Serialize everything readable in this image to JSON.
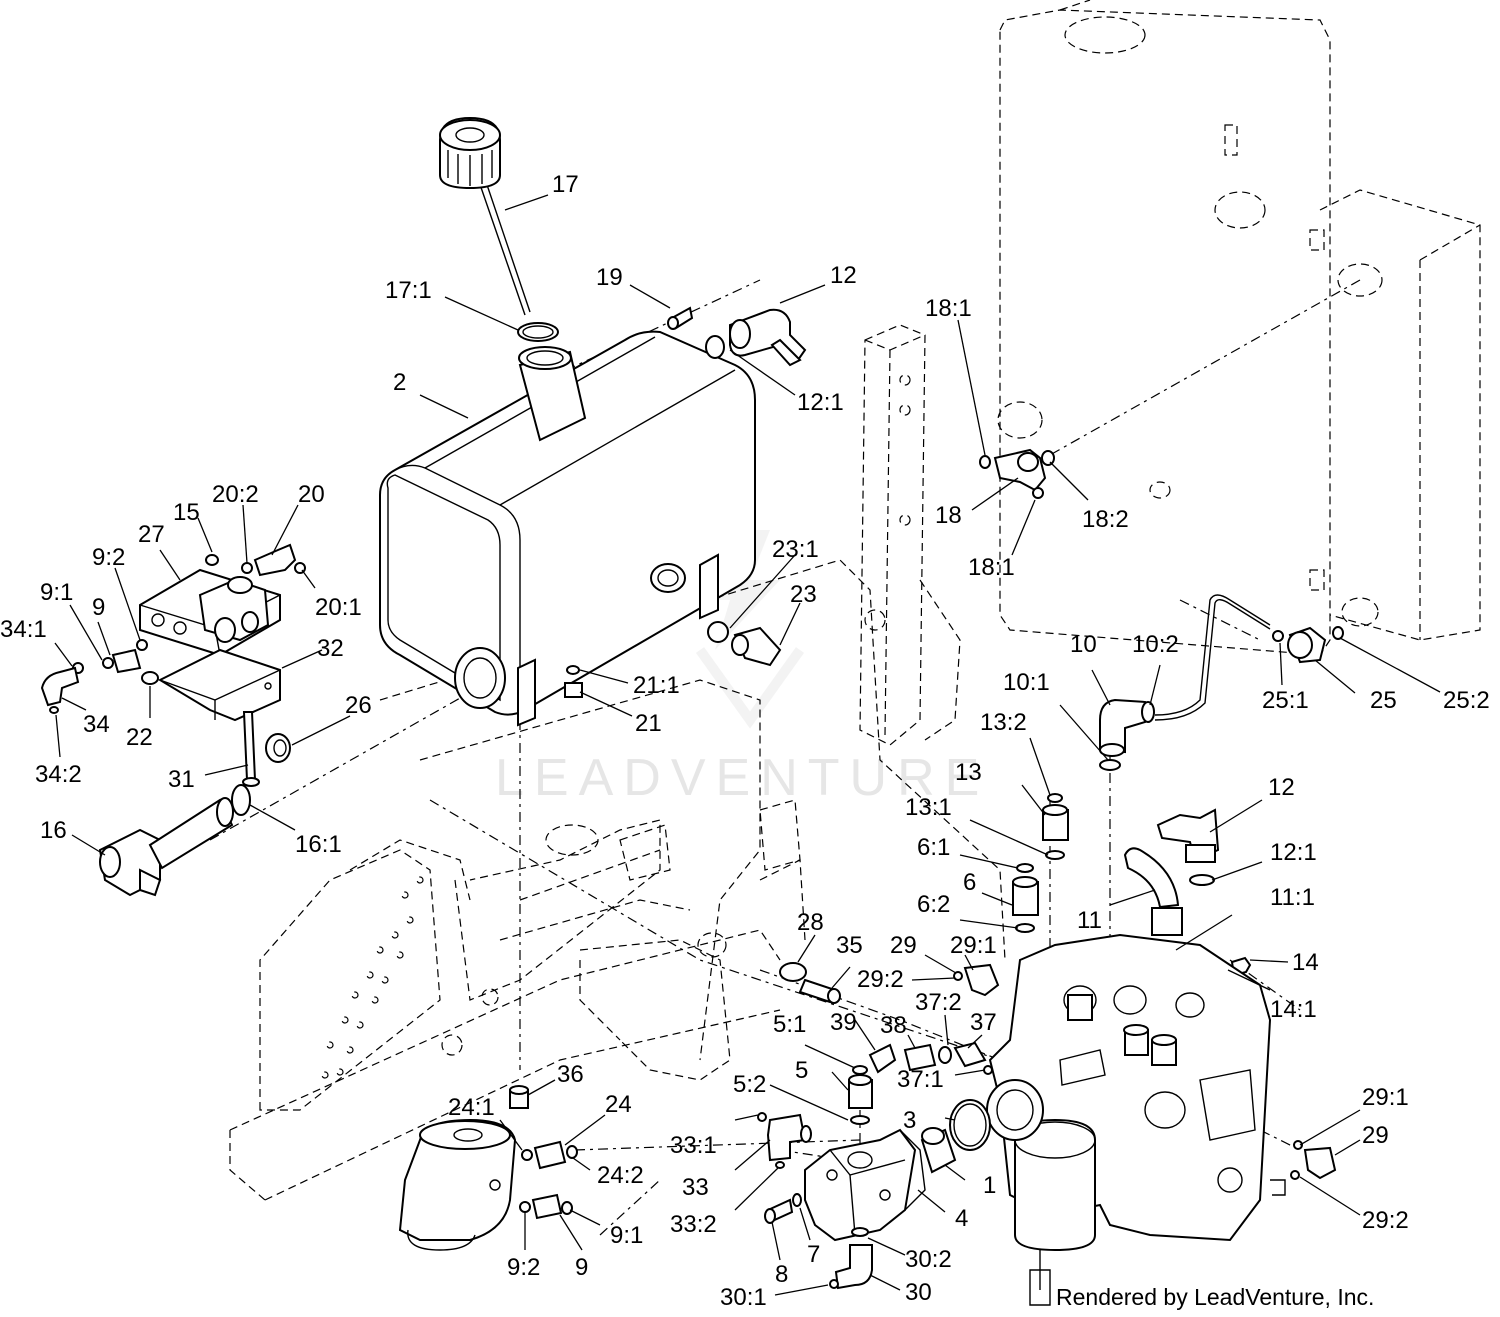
{
  "watermark": "LEADVENTURE",
  "credit": "Rendered by LeadVenture, Inc.",
  "callouts": [
    {
      "id": "17",
      "label": "17"
    },
    {
      "id": "17-1",
      "label": "17:1"
    },
    {
      "id": "19",
      "label": "19"
    },
    {
      "id": "12-top",
      "label": "12"
    },
    {
      "id": "12-1-top",
      "label": "12:1"
    },
    {
      "id": "2",
      "label": "2"
    },
    {
      "id": "18-1-top",
      "label": "18:1"
    },
    {
      "id": "18",
      "label": "18"
    },
    {
      "id": "18-2",
      "label": "18:2"
    },
    {
      "id": "18-1-bottom",
      "label": "18:1"
    },
    {
      "id": "15",
      "label": "15"
    },
    {
      "id": "20-2",
      "label": "20:2"
    },
    {
      "id": "20",
      "label": "20"
    },
    {
      "id": "27",
      "label": "27"
    },
    {
      "id": "9-2-left",
      "label": "9:2"
    },
    {
      "id": "20-1",
      "label": "20:1"
    },
    {
      "id": "9-1-left",
      "label": "9:1"
    },
    {
      "id": "9-left",
      "label": "9"
    },
    {
      "id": "34-1",
      "label": "34:1"
    },
    {
      "id": "32",
      "label": "32"
    },
    {
      "id": "34",
      "label": "34"
    },
    {
      "id": "22",
      "label": "22"
    },
    {
      "id": "34-2",
      "label": "34:2"
    },
    {
      "id": "23-1",
      "label": "23:1"
    },
    {
      "id": "23",
      "label": "23"
    },
    {
      "id": "21-1",
      "label": "21:1"
    },
    {
      "id": "21",
      "label": "21"
    },
    {
      "id": "26",
      "label": "26"
    },
    {
      "id": "31",
      "label": "31"
    },
    {
      "id": "16",
      "label": "16"
    },
    {
      "id": "16-1",
      "label": "16:1"
    },
    {
      "id": "10",
      "label": "10"
    },
    {
      "id": "10-2",
      "label": "10:2"
    },
    {
      "id": "10-1",
      "label": "10:1"
    },
    {
      "id": "25-1",
      "label": "25:1"
    },
    {
      "id": "25",
      "label": "25"
    },
    {
      "id": "25-2",
      "label": "25:2"
    },
    {
      "id": "13-2",
      "label": "13:2"
    },
    {
      "id": "13",
      "label": "13"
    },
    {
      "id": "13-1",
      "label": "13:1"
    },
    {
      "id": "12-right",
      "label": "12"
    },
    {
      "id": "12-1-right",
      "label": "12:1"
    },
    {
      "id": "6-1",
      "label": "6:1"
    },
    {
      "id": "6",
      "label": "6"
    },
    {
      "id": "6-2",
      "label": "6:2"
    },
    {
      "id": "11",
      "label": "11"
    },
    {
      "id": "11-1",
      "label": "11:1"
    },
    {
      "id": "28",
      "label": "28"
    },
    {
      "id": "35",
      "label": "35"
    },
    {
      "id": "29-top",
      "label": "29"
    },
    {
      "id": "29-1-top",
      "label": "29:1"
    },
    {
      "id": "29-2-top",
      "label": "29:2"
    },
    {
      "id": "14",
      "label": "14"
    },
    {
      "id": "14-1",
      "label": "14:1"
    },
    {
      "id": "37-2",
      "label": "37:2"
    },
    {
      "id": "37",
      "label": "37"
    },
    {
      "id": "39",
      "label": "39"
    },
    {
      "id": "38",
      "label": "38"
    },
    {
      "id": "5-1",
      "label": "5:1"
    },
    {
      "id": "5",
      "label": "5"
    },
    {
      "id": "37-1",
      "label": "37:1"
    },
    {
      "id": "5-2",
      "label": "5:2"
    },
    {
      "id": "3",
      "label": "3"
    },
    {
      "id": "36",
      "label": "36"
    },
    {
      "id": "24-1",
      "label": "24:1"
    },
    {
      "id": "24",
      "label": "24"
    },
    {
      "id": "24-2",
      "label": "24:2"
    },
    {
      "id": "33-1",
      "label": "33:1"
    },
    {
      "id": "33",
      "label": "33"
    },
    {
      "id": "33-2",
      "label": "33:2"
    },
    {
      "id": "1",
      "label": "1"
    },
    {
      "id": "4",
      "label": "4"
    },
    {
      "id": "29-1-right",
      "label": "29:1"
    },
    {
      "id": "29-right",
      "label": "29"
    },
    {
      "id": "29-2-right",
      "label": "29:2"
    },
    {
      "id": "9-1-bottom",
      "label": "9:1"
    },
    {
      "id": "9-2-bottom",
      "label": "9:2"
    },
    {
      "id": "9-bottom",
      "label": "9"
    },
    {
      "id": "8",
      "label": "8"
    },
    {
      "id": "7",
      "label": "7"
    },
    {
      "id": "30-2",
      "label": "30:2"
    },
    {
      "id": "30-1",
      "label": "30:1"
    },
    {
      "id": "30",
      "label": "30"
    }
  ]
}
